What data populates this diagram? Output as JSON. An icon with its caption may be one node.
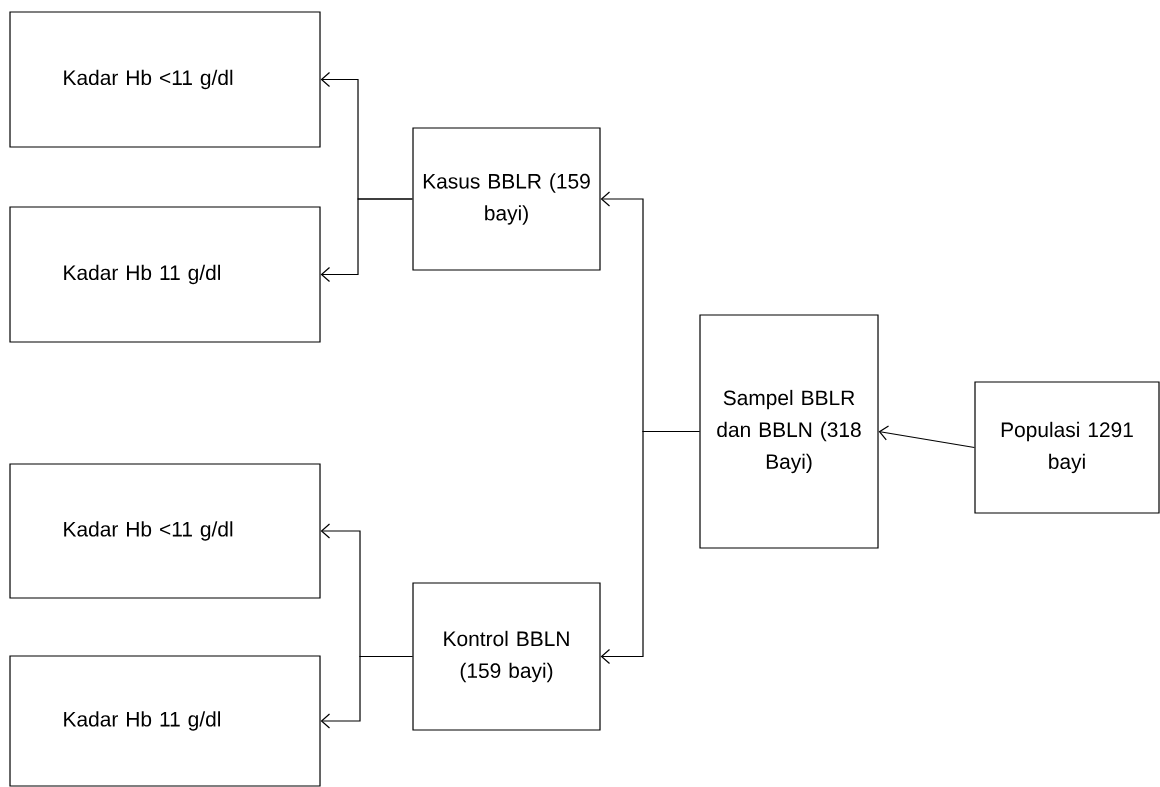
{
  "diagram": {
    "nodes": [
      {
        "text": [
          "Kadar Hb <11 g/dl"
        ]
      },
      {
        "text": [
          "Kadar Hb 11 g/dl"
        ]
      },
      {
        "text": [
          "Kasus BBLR (159 bayi)"
        ]
      },
      {
        "text": [
          "Sampel BBLR dan BBLN (318 Bayi)"
        ]
      },
      {
        "text": [
          "Populasi 1291 bayi"
        ]
      },
      {
        "text": [
          "Kontrol BBLN (159 bayi)"
        ]
      },
      {
        "text": [
          "Kadar Hb <11 g/dl"
        ]
      },
      {
        "text": [
          "Kadar Hb 11 g/dl"
        ]
      }
    ],
    "edges": [
      {
        "from": 4,
        "to": 3,
        "arrow": "to"
      },
      {
        "from": 3,
        "to": 2,
        "arrow": "to"
      },
      {
        "from": 3,
        "to": 5,
        "arrow": "to"
      },
      {
        "from": 2,
        "to": 0,
        "arrow": "to"
      },
      {
        "from": 2,
        "to": 1,
        "arrow": "to"
      },
      {
        "from": 5,
        "to": 6,
        "arrow": "to"
      },
      {
        "from": 5,
        "to": 7,
        "arrow": "to"
      }
    ]
  }
}
